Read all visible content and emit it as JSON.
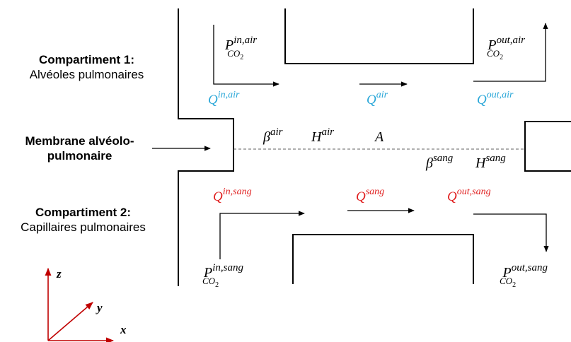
{
  "colors": {
    "air": "#2aa7d8",
    "sang": "#e02020",
    "ink": "#000000",
    "axis": "#c00000",
    "membrane": "#808080"
  },
  "compartment1": {
    "title": "Compartiment 1:",
    "subtitle": "Alvéoles pulmonaires"
  },
  "membrane": {
    "title_line1": "Membrane alvéolo-",
    "title_line2": "pulmonaire"
  },
  "compartment2": {
    "title": "Compartiment 2:",
    "subtitle": "Capillaires pulmonaires"
  },
  "math": {
    "P": "P",
    "CO": "CO",
    "two": "2",
    "Q": "Q",
    "in_air": "in,air",
    "out_air": "out,air",
    "air": "air",
    "in_sang": "in,sang",
    "out_sang": "out,sang",
    "sang": "sang",
    "beta": "β",
    "H": "H",
    "A": "A"
  },
  "axes": {
    "x": "x",
    "y": "y",
    "z": "z"
  }
}
